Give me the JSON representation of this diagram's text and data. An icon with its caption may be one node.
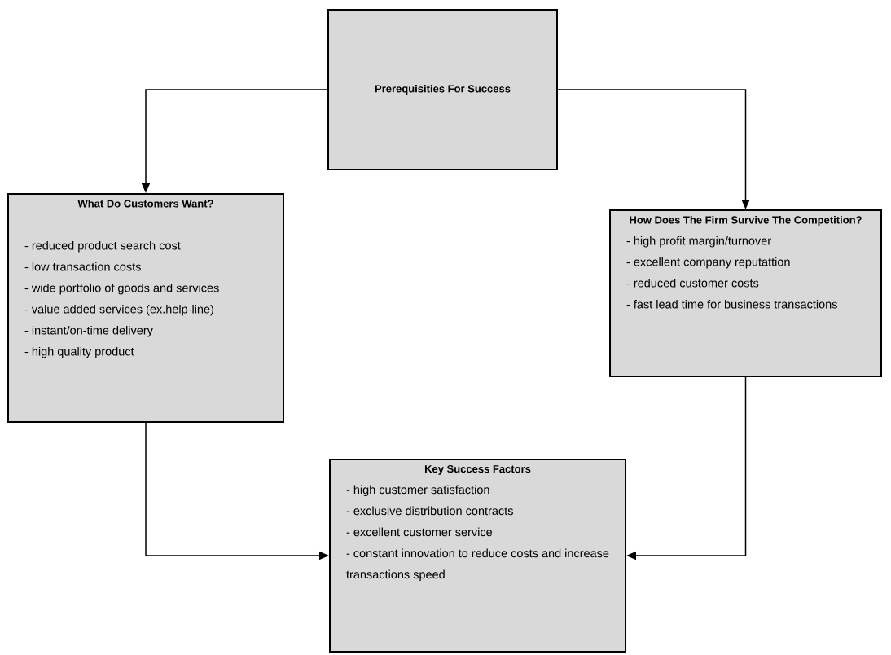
{
  "diagram": {
    "nodes": [
      {
        "text": [
          "Prerequisities For Success"
        ]
      },
      {
        "text": [
          "What Do Customers Want?",
          "- reduced product search cost",
          "- low transaction costs",
          "- wide portfolio of goods and services",
          "- value added services (ex.help-line)",
          "- instant/on-time delivery",
          "- high quality product"
        ]
      },
      {
        "text": [
          "How Does The Firm Survive The Competition?",
          "- high profit margin/turnover",
          "- excellent company reputattion",
          "- reduced customer costs",
          "- fast lead time for business transactions"
        ]
      },
      {
        "text": [
          "Key Success Factors",
          "- high customer satisfaction",
          "- exclusive distribution contracts",
          "- excellent customer service",
          "- constant innovation to reduce costs and increase transactions speed"
        ]
      }
    ],
    "edges": [
      {
        "from": 0,
        "to": 1,
        "arrow": "to"
      },
      {
        "from": 0,
        "to": 2,
        "arrow": "to"
      },
      {
        "from": 1,
        "to": 3,
        "arrow": "to"
      },
      {
        "from": 2,
        "to": 3,
        "arrow": "to"
      }
    ]
  }
}
